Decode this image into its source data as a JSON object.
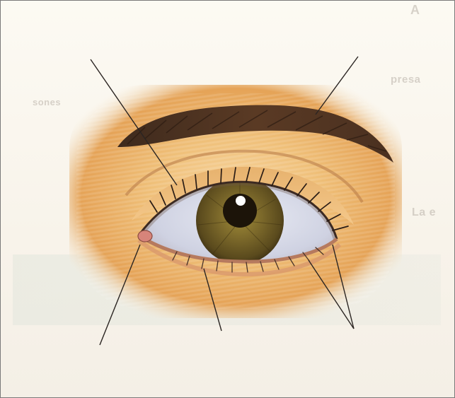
{
  "figure": {
    "subject": "eye-diagram",
    "background_text": [
      "presa",
      "sones",
      "La e",
      "A"
    ],
    "colors": {
      "skin": "#f2c27a",
      "brow": "#4a2f1f",
      "iris": "#6b5a22",
      "pupil": "#1c1409",
      "sclera": "#d9dae8",
      "leader_line": "#2b2522"
    }
  }
}
